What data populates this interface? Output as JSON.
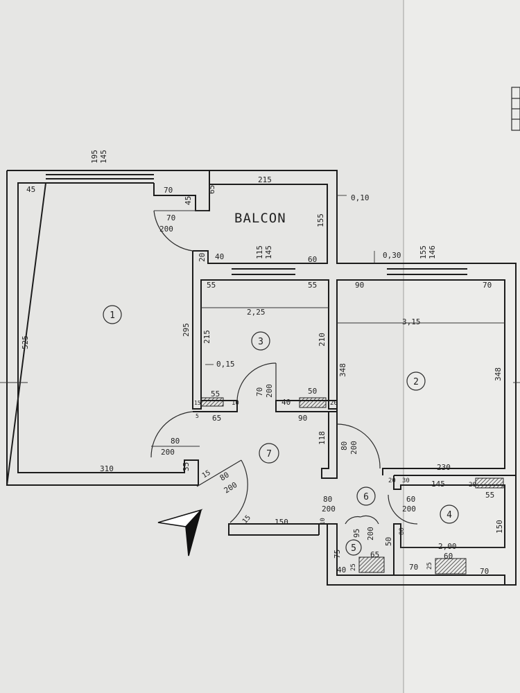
{
  "paper": {
    "bg": "#e9e9e7",
    "line": "#1c1c1c",
    "fold_shadow": "#c9c9c7"
  },
  "rooms": [
    {
      "id": "1"
    },
    {
      "id": "2"
    },
    {
      "id": "3"
    },
    {
      "id": "4"
    },
    {
      "id": "5"
    },
    {
      "id": "6"
    },
    {
      "id": "7"
    }
  ],
  "balcony_label": "BALCON",
  "dims": {
    "top_window_a": "195",
    "top_window_b": "145",
    "d45_left": "45",
    "d70": "70",
    "d45_mid": "45",
    "d65": "65",
    "balc_w": "215",
    "balc_h": "155",
    "balc_offset": "0,10",
    "door_70": "70",
    "door_200": "200",
    "d20_a": "20",
    "d40": "40",
    "d115": "115",
    "d145_a": "145",
    "d60": "60",
    "d030": "0,30",
    "d155": "155",
    "d146": "146",
    "d55_a": "55",
    "d55_b": "55",
    "d90": "90",
    "d70_r": "70",
    "room3_w": "2,25",
    "room2_w": "3,15",
    "r1_h": "525",
    "d295": "295",
    "d215": "215",
    "d210": "210",
    "d348_a": "348",
    "d348_b": "348",
    "d015": "0,15",
    "d70_d": "70",
    "d200_d": "200",
    "d55_c": "55",
    "d10": "10",
    "d50": "50",
    "d40_b": "40",
    "d20_b": "20",
    "d15_a": "15",
    "d5": "5",
    "d65_b": "65",
    "d90_b": "90",
    "d118": "118",
    "d80_a": "80",
    "d200_a": "200",
    "d80_b": "80",
    "d200_b": "200",
    "d310": "310",
    "d35": "35",
    "d15_b": "15",
    "d80_c": "80",
    "d200_c": "200",
    "d230": "230",
    "d20_c": "20",
    "d30": "30",
    "d145_b": "145",
    "d20_d": "20",
    "d55_d": "55",
    "d80_e": "80",
    "d200_e": "200",
    "d60_b": "60",
    "d200_f": "200",
    "d150_r": "150",
    "d200m": "2,00",
    "d60_c": "60",
    "d15_c": "15",
    "d150": "150",
    "d10_b": "10",
    "d95": "95",
    "d200_g": "200",
    "d75": "75",
    "d50_b": "50",
    "d65_c": "65",
    "d40_c": "40",
    "d25_a": "25",
    "d80_f": "80",
    "d70_b1": "70",
    "d25_b": "25",
    "d70_b2": "70"
  }
}
